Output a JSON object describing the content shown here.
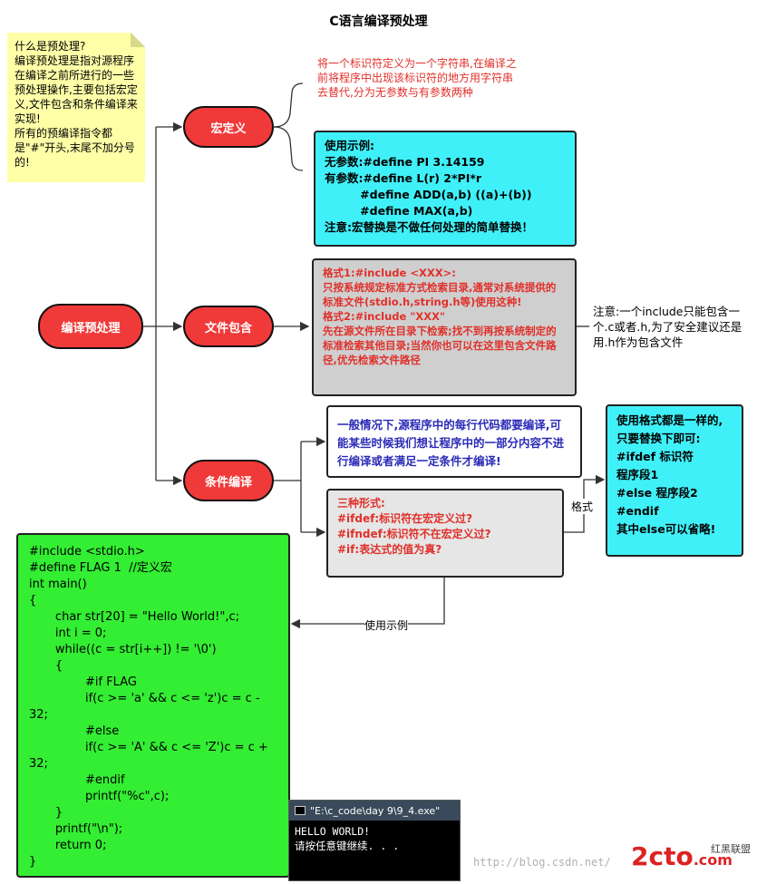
{
  "title": "C语言编译预处理",
  "intro_note": "什么是预处理?\n编译预处理是指对源程序在编译之前所进行的一些预处理操作,主要包括宏定义,文件包含和条件编译来实现!\n所有的预编译指令都是\"#\"开头,末尾不加分号的!",
  "nodes": {
    "root": "编译预处理",
    "macro": "宏定义",
    "include": "文件包含",
    "conditional": "条件编译"
  },
  "macro_desc": "将一个标识符定义为一个字符串,在编译之前将程序中出现该标识符的地方用字符串去替代,分为无参数与有参数两种",
  "macro_example": [
    "使用示例:",
    "无参数:#define PI 3.14159",
    "有参数:#define L(r)  2*PI*r",
    "         #define ADD(a,b) ((a)+(b))",
    "         #define MAX(a,b)",
    "注意:宏替换是不做任何处理的简单替换！"
  ],
  "include_desc": [
    "格式1:#include <XXX>:",
    "只按系统规定标准方式检索目录,通常对系统提供的标准文件(stdio.h,string.h等)使用这种!",
    "格式2:#include \"XXX\"",
    "先在源文件所在目录下检索;找不到再按系统制定的标准检索其他目录;当然你也可以在这里包含文件路径,优先检索文件路径"
  ],
  "include_note": "注意:一个include只能包含一个.c或者.h,为了安全建议还是用.h作为包含文件",
  "cond_desc": "一般情况下,源程序中的每行代码都要编译,可能某些时候我们想让程序中的一部分内容不进行编译或者满足一定条件才编译!",
  "cond_forms": [
    "三种形式:",
    "#ifdef:标识符在宏定义过?",
    "#ifndef:标识符不在宏定义过?",
    "#if:表达式的值为真?"
  ],
  "cond_format": [
    "使用格式都是一样的,只要替换下即可:",
    "#ifdef 标识符",
    "程序段1",
    "#else 程序段2",
    "#endif",
    "其中else可以省略!"
  ],
  "edge_labels": {
    "format": "格式",
    "example": "使用示例"
  },
  "code_lines": [
    "#include <stdio.h>",
    "#define FLAG 1  //定义宏",
    "int main()",
    "{",
    "       char str[20] = \"Hello World!\",c;",
    "       int i = 0;",
    "       while((c = str[i++]) != '\\0')",
    "       {",
    "               #if FLAG",
    "               if(c >= 'a' && c <= 'z')c = c -",
    "32;",
    "               #else",
    "               if(c >= 'A' && c <= 'Z')c = c +",
    "32;",
    "               #endif",
    "               printf(\"%c\",c);",
    "       }",
    "       printf(\"\\n\");",
    "       return 0;",
    "}"
  ],
  "console": {
    "title": "\"E:\\c_code\\day 9\\9_4.exe\"",
    "lines": [
      "HELLO WORLD!",
      "请按任意键继续. . ."
    ]
  },
  "watermark": "http://blog.csdn.net/",
  "logo": {
    "main": "2cto",
    "dot": ".com",
    "sub": "红黑联盟"
  },
  "colors": {
    "node_red": "#f03a3a",
    "cyan": "#40f0f8",
    "green": "#33ee33",
    "yellow_note": "#ffffa8",
    "red_text": "#e0302a",
    "blue_text": "#2a2ab8"
  }
}
